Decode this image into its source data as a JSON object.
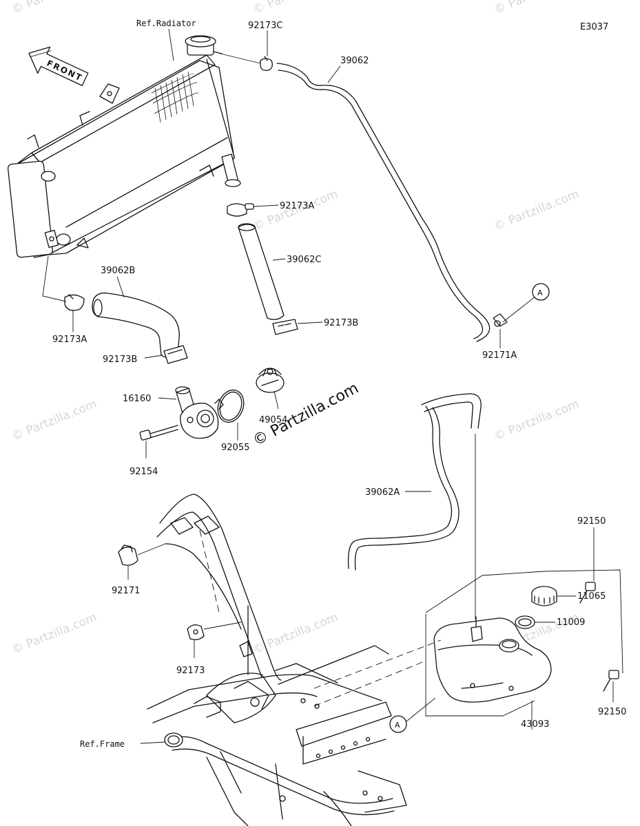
{
  "diagram_code": "E3037",
  "front_arrow_label": "FRONT",
  "watermark": "© Partzilla.com",
  "reference_labels": {
    "radiator": "Ref.Radiator",
    "frame": "Ref.Frame"
  },
  "callouts": {
    "circle_a_top": "A",
    "circle_a_bottom": "A"
  },
  "parts": [
    {
      "id": "92173C",
      "label": "92173C"
    },
    {
      "id": "39062",
      "label": "39062"
    },
    {
      "id": "92173A_upper",
      "label": "92173A"
    },
    {
      "id": "39062C",
      "label": "39062C"
    },
    {
      "id": "39062B",
      "label": "39062B"
    },
    {
      "id": "92173B_right",
      "label": "92173B"
    },
    {
      "id": "92173A_left",
      "label": "92173A"
    },
    {
      "id": "92171A",
      "label": "92171A"
    },
    {
      "id": "92173B_left",
      "label": "92173B"
    },
    {
      "id": "16160",
      "label": "16160"
    },
    {
      "id": "49054",
      "label": "49054"
    },
    {
      "id": "92055",
      "label": "92055"
    },
    {
      "id": "92154",
      "label": "92154"
    },
    {
      "id": "39062A",
      "label": "39062A"
    },
    {
      "id": "92150_top",
      "label": "92150"
    },
    {
      "id": "92171",
      "label": "92171"
    },
    {
      "id": "11065",
      "label": "11065"
    },
    {
      "id": "11009",
      "label": "11009"
    },
    {
      "id": "92173",
      "label": "92173"
    },
    {
      "id": "92150_bottom",
      "label": "92150"
    },
    {
      "id": "43093",
      "label": "43093"
    }
  ]
}
